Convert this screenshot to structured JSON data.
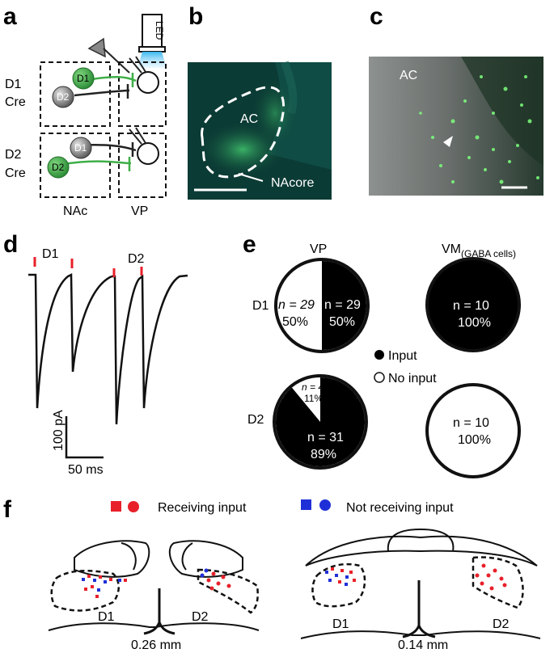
{
  "panels": {
    "a": "a",
    "b": "b",
    "c": "c",
    "d": "d",
    "e": "e",
    "f": "f"
  },
  "panel_a": {
    "led": "LED",
    "rows": [
      "D1",
      "Cre",
      "D2",
      "Cre"
    ],
    "cell_d1": "D1",
    "cell_d2": "D2",
    "region_nac": "NAc",
    "region_vp": "VP"
  },
  "panel_b": {
    "ac": "AC",
    "nacore": "NAcore"
  },
  "panel_c": {
    "ac": "AC"
  },
  "panel_d": {
    "d1": "D1",
    "d2": "D2",
    "scale_y": "100 pA",
    "scale_x": "50 ms"
  },
  "panel_e": {
    "col_vp": "VP",
    "col_vm": "VM",
    "col_vm_sub": "(GABA cells)",
    "row_d1": "D1",
    "row_d2": "D2",
    "legend_input": "Input",
    "legend_no_input": "No input",
    "vp_d1_noinput_n": "n = 29",
    "vp_d1_noinput_pct": "50%",
    "vp_d1_input_n": "n = 29",
    "vp_d1_input_pct": "50%",
    "vp_d2_noinput_n": "n = 4",
    "vp_d2_noinput_pct": "11%",
    "vp_d2_input_n": "n = 31",
    "vp_d2_input_pct": "89%",
    "vm_d1_n": "n = 10",
    "vm_d1_pct": "100%",
    "vm_d2_n": "n = 10",
    "vm_d2_pct": "100%"
  },
  "panel_f": {
    "legend_receiving": "Receiving input",
    "legend_not_receiving": "Not receiving input",
    "left_d1": "D1",
    "left_d2": "D2",
    "left_level": "0.26 mm",
    "right_d1": "D1",
    "right_d2": "D2",
    "right_level": "0.14 mm"
  },
  "colors": {
    "green_cell": "#3fae47",
    "red_marker": "#e8202a",
    "blue_marker": "#1f2fd8",
    "micro_bg": "#0b3b35"
  },
  "chart_data": {
    "type": "pie",
    "charts": [
      {
        "name": "VP D1",
        "slices": [
          {
            "label": "Input",
            "value": 50,
            "n": 29
          },
          {
            "label": "No input",
            "value": 50,
            "n": 29
          }
        ]
      },
      {
        "name": "VP D2",
        "slices": [
          {
            "label": "Input",
            "value": 89,
            "n": 31
          },
          {
            "label": "No input",
            "value": 11,
            "n": 4
          }
        ]
      },
      {
        "name": "VM D1",
        "slices": [
          {
            "label": "Input",
            "value": 100,
            "n": 10
          }
        ]
      },
      {
        "name": "VM D2",
        "slices": [
          {
            "label": "No input",
            "value": 100,
            "n": 10
          }
        ]
      }
    ]
  }
}
